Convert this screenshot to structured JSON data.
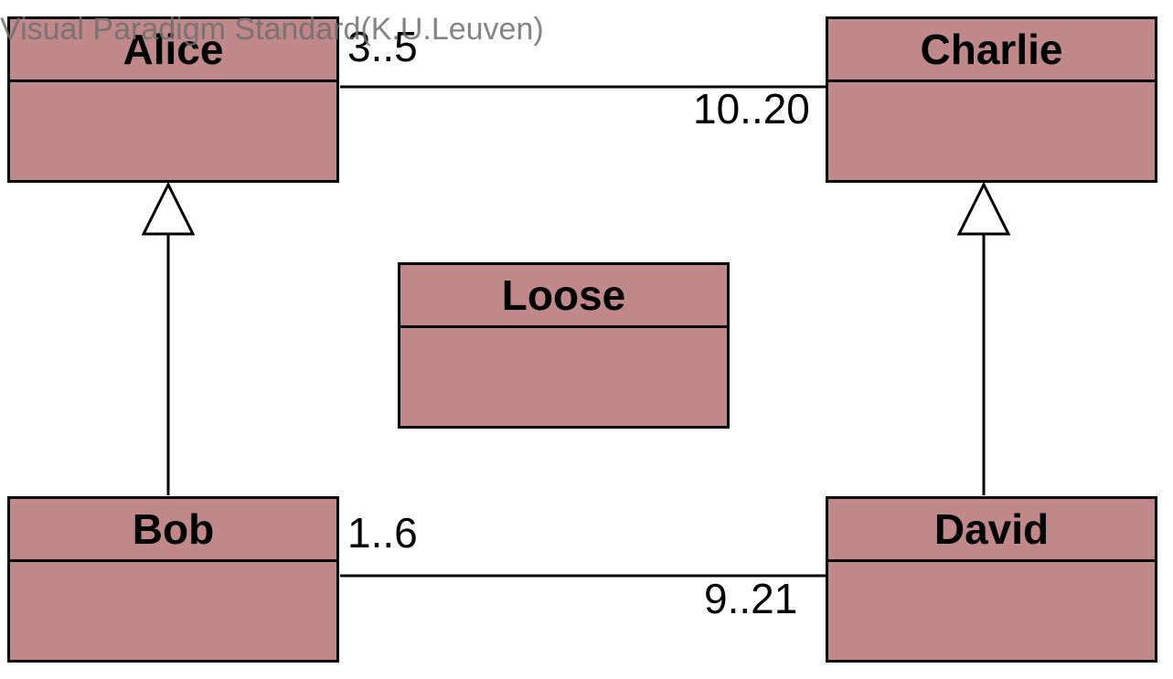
{
  "watermark": "Visual Paradigm Standard(K.U.Leuven)",
  "colors": {
    "class_fill": "#c08888",
    "stroke": "#000000"
  },
  "classes": {
    "alice": {
      "name": "Alice"
    },
    "charlie": {
      "name": "Charlie"
    },
    "loose": {
      "name": "Loose"
    },
    "bob": {
      "name": "Bob"
    },
    "david": {
      "name": "David"
    }
  },
  "associations": {
    "alice_charlie": {
      "source_multiplicity": "3..5",
      "target_multiplicity": "10..20"
    },
    "bob_david": {
      "source_multiplicity": "1..6",
      "target_multiplicity": "9..21"
    }
  },
  "generalizations": [
    {
      "child": "Bob",
      "parent": "Alice"
    },
    {
      "child": "David",
      "parent": "Charlie"
    }
  ]
}
